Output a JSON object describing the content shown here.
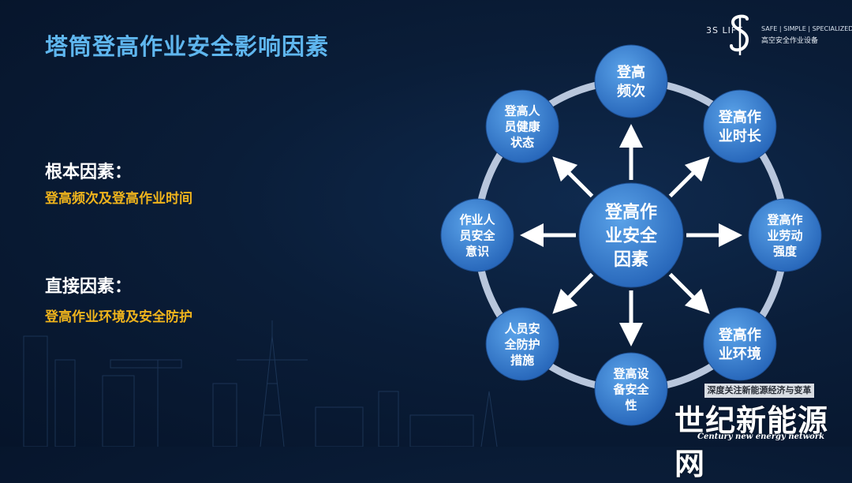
{
  "slide": {
    "title": "塔筒登高作业安全影响因素"
  },
  "logo": {
    "brand": "3S LIFT",
    "tagline": "SAFE | SIMPLE | SPECIALIZED",
    "subtitle": "高空安全作业设备"
  },
  "factors": {
    "root_heading": "根本因素：",
    "root_detail": "登高频次及登高作业时间",
    "direct_heading": "直接因素：",
    "direct_detail": "登高作业环境及安全防护"
  },
  "diagram": {
    "center_lines": [
      "登高作",
      "业安全",
      "因素"
    ],
    "nodes": [
      {
        "lines": [
          "登高",
          "频次"
        ]
      },
      {
        "lines": [
          "登高作",
          "业时长"
        ]
      },
      {
        "lines": [
          "登高作",
          "业劳动",
          "强度"
        ]
      },
      {
        "lines": [
          "登高作",
          "业环境"
        ]
      },
      {
        "lines": [
          "登高设",
          "备安全",
          "性"
        ]
      },
      {
        "lines": [
          "人员安",
          "全防护",
          "措施"
        ]
      },
      {
        "lines": [
          "作业人",
          "员安全",
          "意识"
        ]
      },
      {
        "lines": [
          "登高人",
          "员健康",
          "状态"
        ]
      }
    ],
    "colors": {
      "ring": "#b8c6dc",
      "node_fill": "#2f72c4",
      "node_fill_light": "#4a90dc",
      "center_fill": "#2f72c4",
      "arrow": "#ffffff"
    }
  },
  "watermark": {
    "tag": "深度关注新能源经济与变革",
    "main": "世纪新能源网",
    "english": "Century new energy network"
  }
}
